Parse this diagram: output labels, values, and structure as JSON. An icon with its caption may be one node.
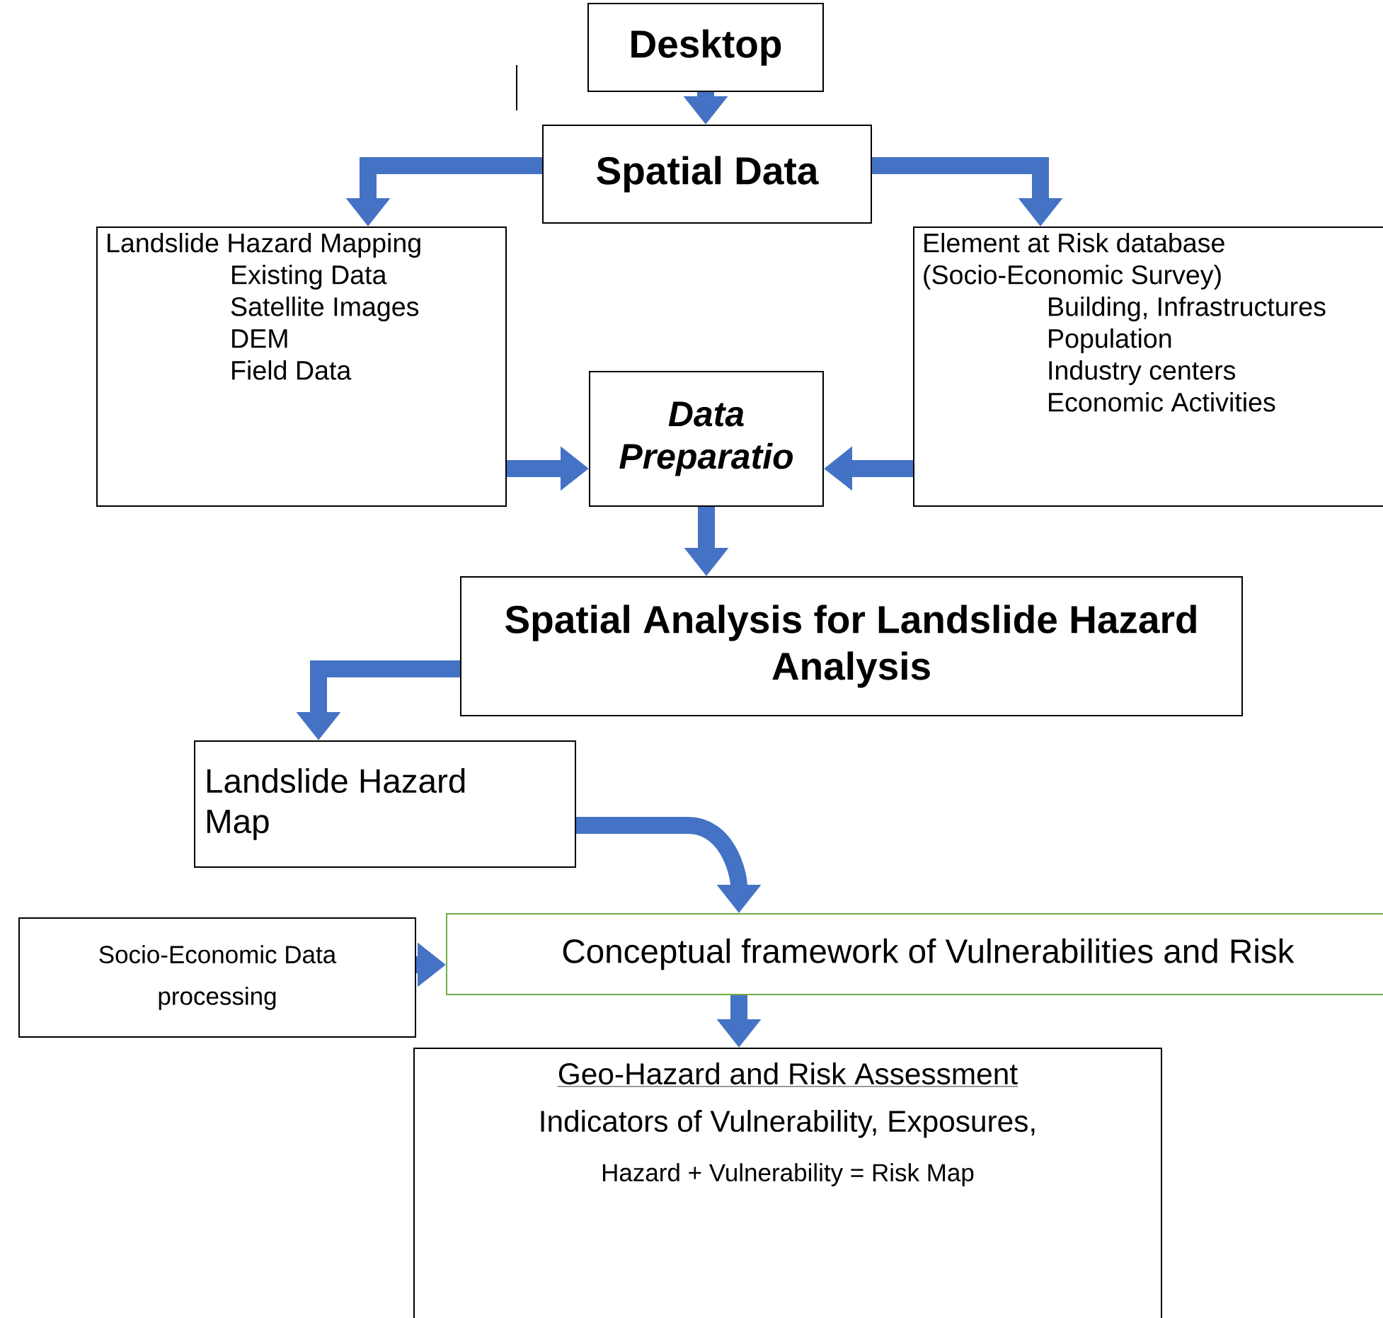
{
  "diagram": {
    "nodes": [
      {
        "text": [
          "Desktop"
        ]
      },
      {
        "text": [
          "Spatial Data"
        ]
      },
      {
        "text": [
          "Landslide Hazard Mapping",
          "Existing Data",
          "Satellite Images",
          "DEM",
          "Field Data"
        ]
      },
      {
        "text": [
          "Data Preparatio"
        ]
      },
      {
        "text": [
          "Element at Risk database (Socio-Economic Survey)",
          "Building, Infrastructures",
          "Population",
          "Industry centers",
          "Economic Activities"
        ]
      },
      {
        "text": [
          "Spatial Analysis for Landslide Hazard Analysis"
        ]
      },
      {
        "text": [
          "Landslide Hazard Map"
        ]
      },
      {
        "text": [
          "Socio-Economic Data processing"
        ]
      },
      {
        "text": [
          "Conceptual framework of Vulnerabilities and Risk"
        ]
      },
      {
        "text": [
          "Geo-Hazard and Risk Assessment",
          "Indicators of Vulnerability, Exposures,",
          "Hazard + Vulnerability = Risk Map"
        ]
      }
    ],
    "edges": [
      {
        "from": 0,
        "to": 1,
        "arrow": "to"
      },
      {
        "from": 1,
        "to": 2,
        "arrow": "to"
      },
      {
        "from": 1,
        "to": 4,
        "arrow": "to"
      },
      {
        "from": 2,
        "to": 3,
        "arrow": "to"
      },
      {
        "from": 4,
        "to": 3,
        "arrow": "to"
      },
      {
        "from": 3,
        "to": 5,
        "arrow": "to"
      },
      {
        "from": 5,
        "to": 6,
        "arrow": "to"
      },
      {
        "from": 6,
        "to": 8,
        "arrow": "to"
      },
      {
        "from": 7,
        "to": 8,
        "arrow": "to"
      },
      {
        "from": 8,
        "to": 9,
        "arrow": "to"
      }
    ]
  }
}
